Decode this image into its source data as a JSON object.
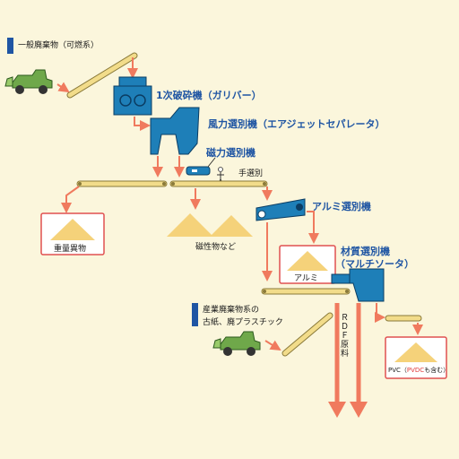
{
  "source_label": "一般廃棄物（可燃系）",
  "industrial_label_1": "産業廃棄物系の",
  "industrial_label_2": "古紙、廃プラスチック",
  "machines": {
    "crusher": "1次破砕機（ガリバー）",
    "wind_separator": "風力選別機（エアジェットセパレータ）",
    "magnetic_separator": "磁力選別機",
    "hand_sorting": "手選別",
    "aluminum_separator": "アルミ選別機",
    "material_sorter_1": "材質選別機",
    "material_sorter_2": "（マルチソータ）"
  },
  "outputs": {
    "heavy": "重量異物",
    "magnetic": "磁性物など",
    "aluminum": "アルミ",
    "pvc_prefix": "PVC（",
    "pvc_highlight": "PVDC",
    "pvc_suffix": "も含む）",
    "rdf": "ＲＤＦ原料"
  },
  "colors": {
    "background": "#fbf6dc",
    "machine_blue": "#1e7fb8",
    "arrow": "#f07a5e",
    "conveyor": "#f2dc8a",
    "pile": "#f5d27a",
    "text_blue": "#1f55a3",
    "pvdc_red": "#e03c3c",
    "loader_green": "#6fa84a"
  }
}
